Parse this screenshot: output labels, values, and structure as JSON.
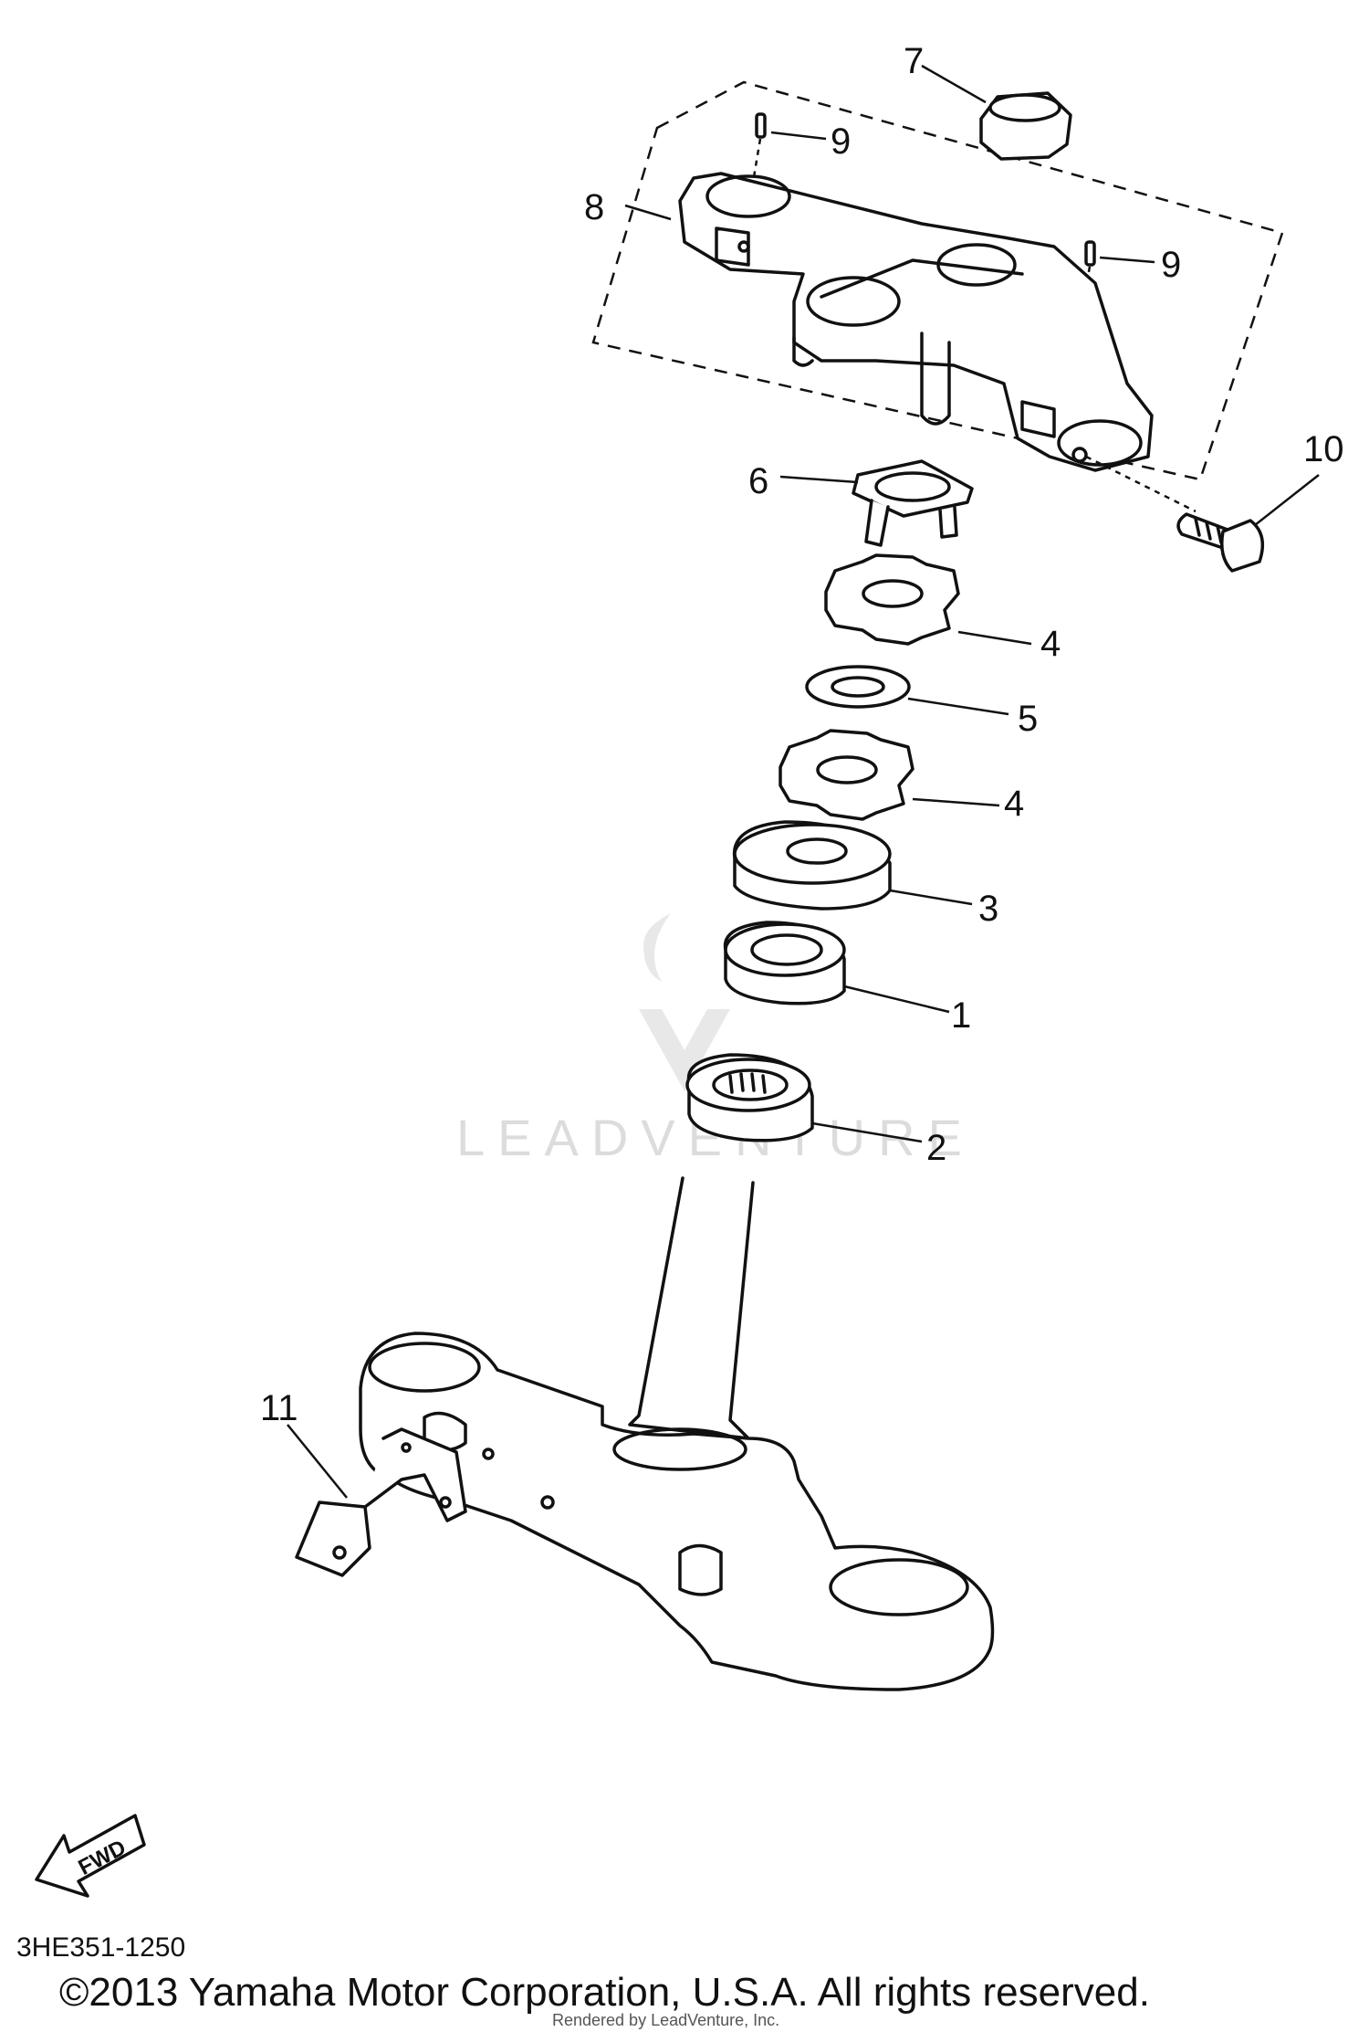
{
  "callouts": {
    "c1": "1",
    "c2": "2",
    "c3": "3",
    "c4a": "4",
    "c4b": "4",
    "c5": "5",
    "c6": "6",
    "c7": "7",
    "c8": "8",
    "c9a": "9",
    "c9b": "9",
    "c10": "10",
    "c11": "11"
  },
  "fwd_label": "FWD",
  "watermark": "LEADVENTURE",
  "diagram_code": "3HE351-1250",
  "copyright": "©2013 Yamaha Motor Corporation, U.S.A. All rights reserved.",
  "rendered_by": "Rendered by LeadVenture, Inc."
}
